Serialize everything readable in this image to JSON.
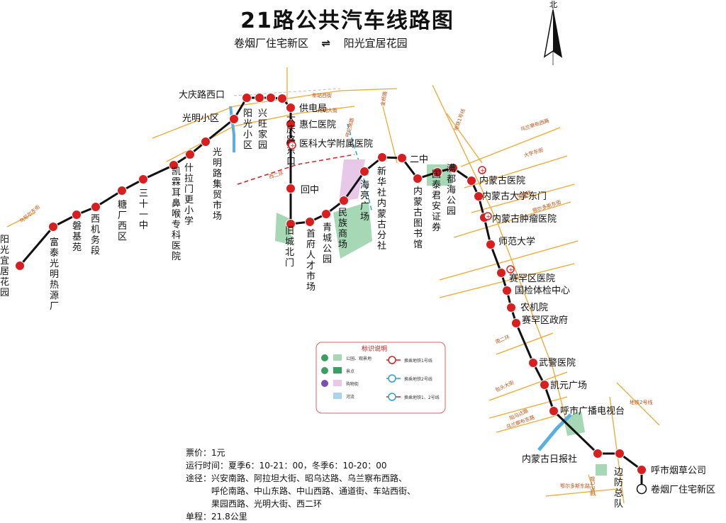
{
  "title": "21路公共汽车线路图",
  "direction": {
    "from": "卷烟厂住宅新区",
    "to": "阳光宜居花园",
    "arrow": "double-arrow-icon"
  },
  "compass": {
    "label": "北"
  },
  "colors": {
    "route": "#111111",
    "stop": "#d81e1e",
    "street": "#f0a830",
    "river": "#5aaee0",
    "park": "#a6d8b6",
    "shopping": "#e8c8e8",
    "metro1": "#d81e1e",
    "metro2": "#2aa0d8"
  },
  "stops": [
    "卷烟厂住宅新区",
    "呼市烟草公司",
    "边防总队",
    "内蒙古日报社",
    "呼市广播电视台",
    "凯元广场",
    "武警医院",
    "赛罕区政府",
    "农机院",
    "国检体检中心",
    "赛罕区医院",
    "师范大学",
    "内蒙古肿瘤医院",
    "内蒙古大学东门",
    "内蒙古医院",
    "满都海公园",
    "国泰君安证券",
    "内蒙古图书馆",
    "二中",
    "新华社内蒙古分社",
    "海亮广场",
    "民族商场",
    "青城公园",
    "首府人才市场",
    "旧城北门",
    "回中",
    "医科大学附属医院",
    "惠仁医院",
    "供电局",
    "大庆路东口",
    "兴旺家园",
    "阳光小区",
    "大庆路西口",
    "光明小区",
    "光明路集贸市场",
    "什拉门更小学",
    "凯霖耳鼻喉专科医院",
    "三十一中",
    "糖厂西区",
    "西机务段",
    "磐基苑",
    "富泰光明热源厂",
    "阳光宜居花园"
  ],
  "streets": [
    "车站西街",
    "光明大街",
    "乌兰察布西路",
    "大学东街",
    "学苑路",
    "鄂尔多斯东街",
    "南二环",
    "包头大街",
    "阳乌达路",
    "乌兰察布东路",
    "鄂尔多斯东路",
    "世纪七路",
    "乌尼尔东街",
    "金桥路",
    "西二环",
    "呼伦南路",
    "地铁1号线",
    "地铁2号线"
  ],
  "legend": {
    "title": "标识说明",
    "items": [
      "公园、观景地",
      "景点",
      "购物街",
      "河流",
      "换乘地铁1号线",
      "换乘地铁2号线",
      "换乘地铁1、2号线"
    ]
  },
  "info": {
    "fare": "票价：1元",
    "hours": "运行时间：夏季6：10-21：00，冬季6：10-20：00",
    "via_label": "途径：",
    "via_lines": [
      "兴安南路、阿拉坦大街、昭乌达路、乌兰察布西路、",
      "呼伦南路、中山东路、中山西路、通道街、车站西街、",
      "果园西路、光明大街、西二环"
    ],
    "length": "单程：21.8公里"
  }
}
